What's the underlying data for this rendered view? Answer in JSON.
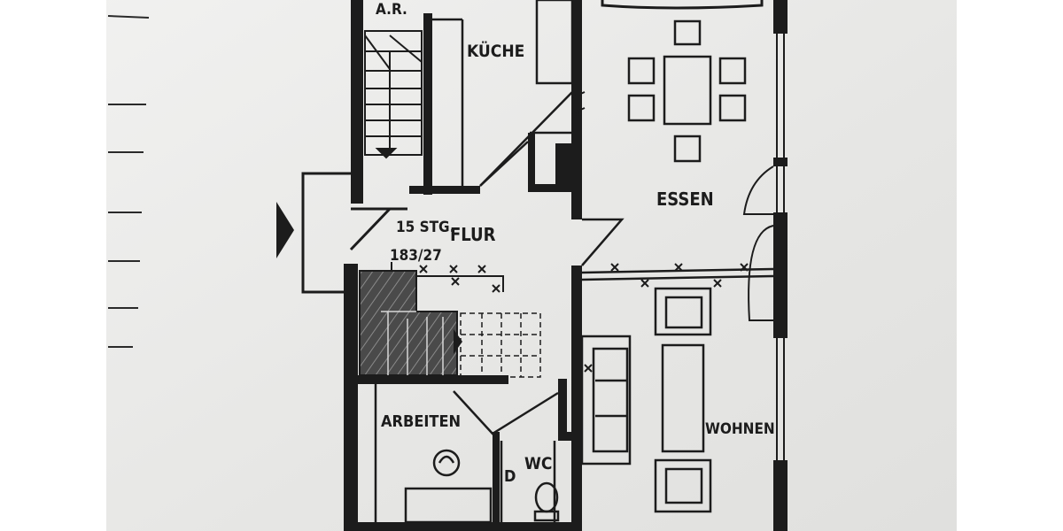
{
  "rooms": {
    "ar": "A.R.",
    "kueche": "KÜCHE",
    "essen": "ESSEN",
    "flur": "FLUR",
    "arbeiten": "ARBEITEN",
    "wc": "WC",
    "wohnen": "WOHNEN"
  },
  "stairs": {
    "count": "15 STG.",
    "ratio": "183/27"
  },
  "symbols": {
    "door_mark": "D",
    "entrance": "arrow-right-icon"
  },
  "colors": {
    "paper": "#e9e9e7",
    "ink": "#1c1c1c",
    "background": "#ffffff"
  }
}
